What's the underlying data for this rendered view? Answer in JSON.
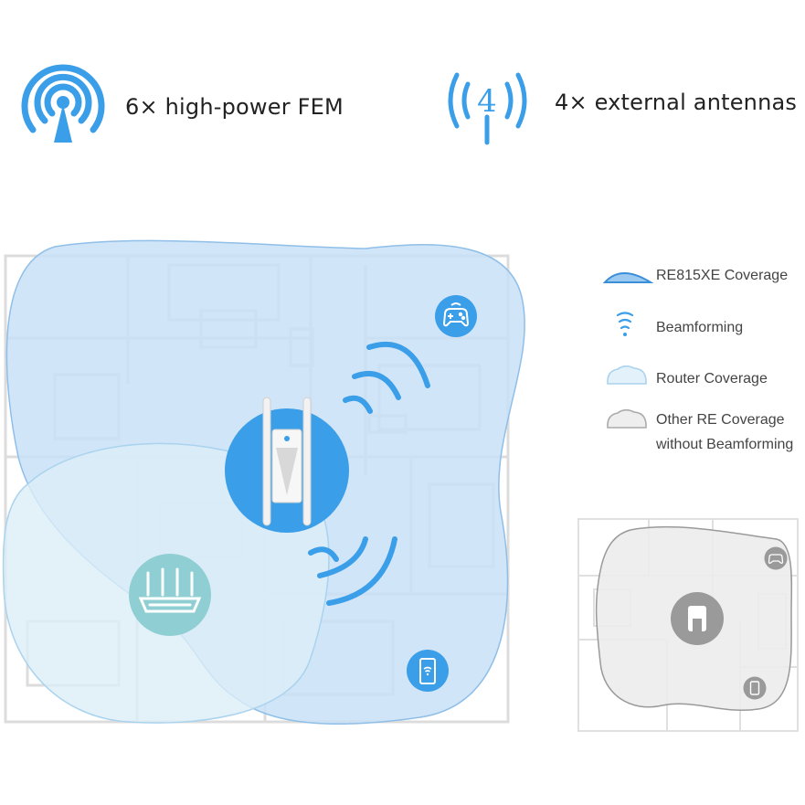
{
  "features": [
    {
      "icon": "broadcast-tower-icon",
      "label": "6× high-power FEM"
    },
    {
      "icon": "antenna-4-icon",
      "label": "4× external antennas",
      "antenna_count": "4"
    }
  ],
  "legend": {
    "items": [
      {
        "icon": "re815xe-coverage-swatch-icon",
        "label": "RE815XE Coverage"
      },
      {
        "icon": "beamforming-icon",
        "label": "Beamforming"
      },
      {
        "icon": "router-coverage-swatch-icon",
        "label": "Router Coverage"
      },
      {
        "icon": "other-re-coverage-swatch-icon",
        "label": "Other RE Coverage",
        "label2": "without Beamforming"
      }
    ]
  },
  "colors": {
    "accent_blue": "#3b9ee8",
    "coverage_fill": "#c9e0f7",
    "router_fill": "#d4eaf7",
    "router_icon": "#8fcfd3",
    "other_fill": "#ececec",
    "other_icon": "#9a9a9a",
    "floorplan_lines": "#d9d9d9"
  },
  "diagram": {
    "main_device_icon": "range-extender-icon",
    "router_icon": "router-icon",
    "client_icons": [
      "gamepad-icon",
      "smartphone-icon"
    ],
    "compare_client_icons": [
      "gamepad-icon",
      "smartphone-icon"
    ],
    "compare_device_icon": "range-extender-gray-icon"
  }
}
